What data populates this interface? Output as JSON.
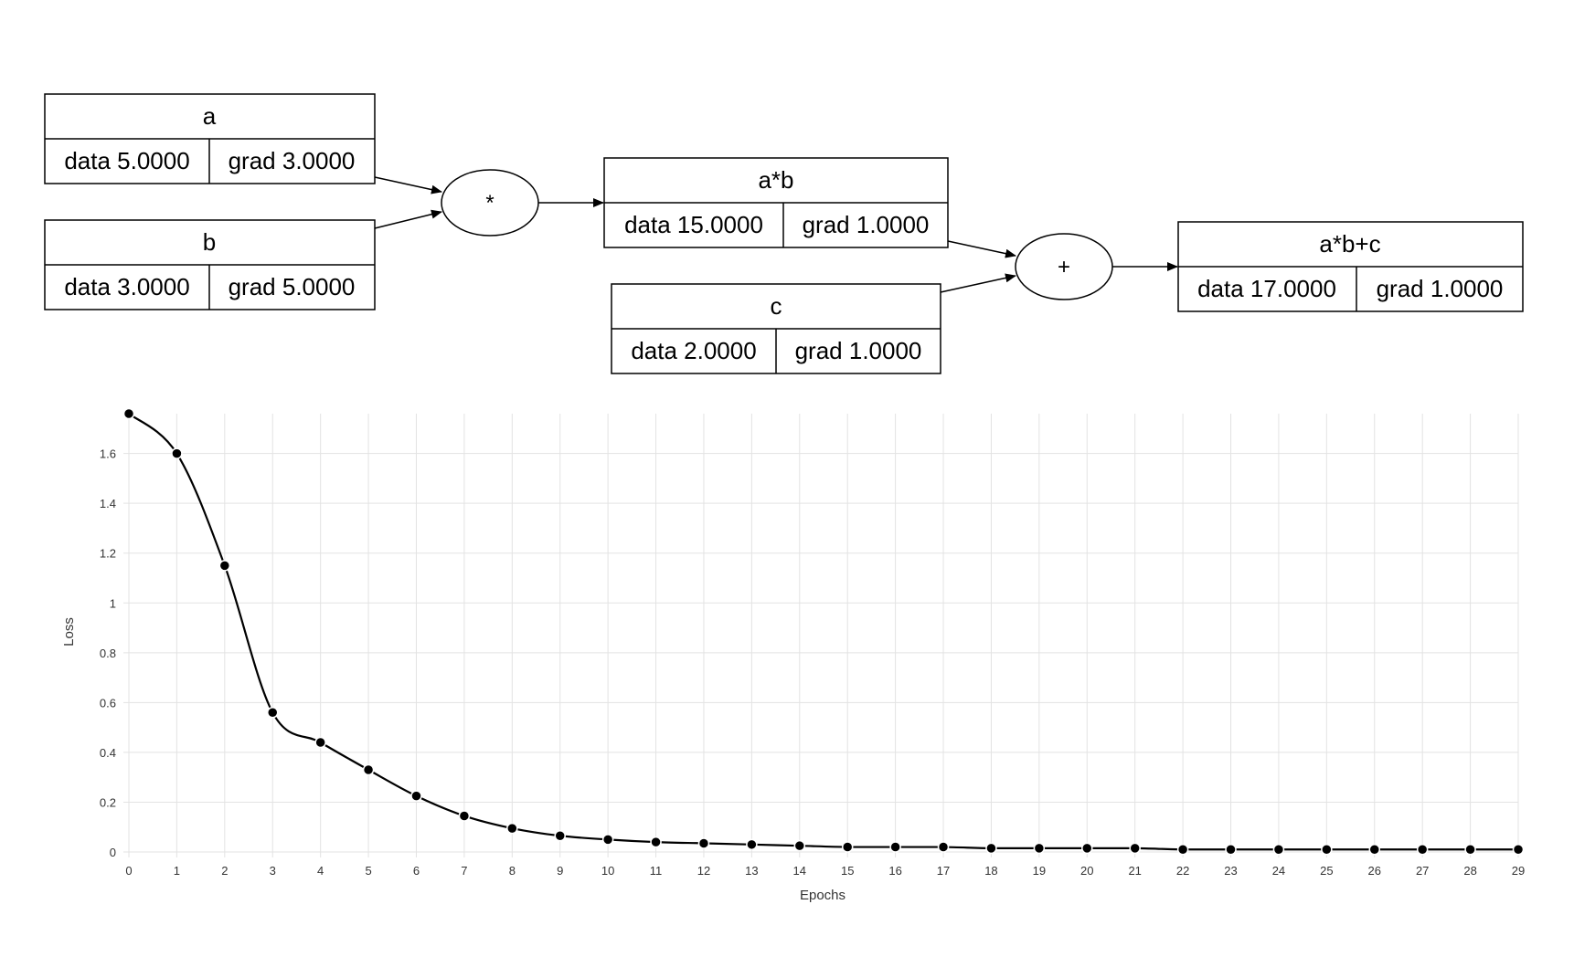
{
  "graph": {
    "nodes": [
      {
        "id": "a",
        "label": "a",
        "data": "data 5.0000",
        "grad": "grad 3.0000"
      },
      {
        "id": "b",
        "label": "b",
        "data": "data 3.0000",
        "grad": "grad 5.0000"
      },
      {
        "id": "ab",
        "label": "a*b",
        "data": "data 15.0000",
        "grad": "grad 1.0000"
      },
      {
        "id": "c",
        "label": "c",
        "data": "data 2.0000",
        "grad": "grad 1.0000"
      },
      {
        "id": "abc",
        "label": "a*b+c",
        "data": "data 17.0000",
        "grad": "grad 1.0000"
      }
    ],
    "ops": [
      {
        "id": "mul",
        "symbol": "*"
      },
      {
        "id": "add",
        "symbol": "+"
      }
    ],
    "edges": [
      [
        "a",
        "mul"
      ],
      [
        "b",
        "mul"
      ],
      [
        "mul",
        "ab"
      ],
      [
        "ab",
        "add"
      ],
      [
        "c",
        "add"
      ],
      [
        "add",
        "abc"
      ]
    ]
  },
  "chart_data": {
    "type": "line",
    "xlabel": "Epochs",
    "ylabel": "Loss",
    "x": [
      0,
      1,
      2,
      3,
      4,
      5,
      6,
      7,
      8,
      9,
      10,
      11,
      12,
      13,
      14,
      15,
      16,
      17,
      18,
      19,
      20,
      21,
      22,
      23,
      24,
      25,
      26,
      27,
      28,
      29
    ],
    "series": [
      {
        "values": [
          1.76,
          1.6,
          1.15,
          0.56,
          0.44,
          0.33,
          0.225,
          0.145,
          0.095,
          0.065,
          0.05,
          0.04,
          0.035,
          0.03,
          0.025,
          0.02,
          0.02,
          0.02,
          0.015,
          0.015,
          0.015,
          0.015,
          0.01,
          0.01,
          0.01,
          0.01,
          0.01,
          0.01,
          0.01,
          0.01
        ]
      }
    ],
    "yticks": [
      0,
      0.2,
      0.4,
      0.6,
      0.8,
      1,
      1.2,
      1.4,
      1.6
    ],
    "ytick_labels": [
      "0",
      "0.2",
      "0.4",
      "0.6",
      "0.8",
      "1",
      "1.2",
      "1.4",
      "1.6"
    ],
    "ylim": [
      0,
      1.76
    ],
    "xlim": [
      0,
      29
    ],
    "grid": true,
    "legend": "none",
    "colors": {
      "line": "#000000",
      "grid": "#e3e3e3"
    }
  }
}
